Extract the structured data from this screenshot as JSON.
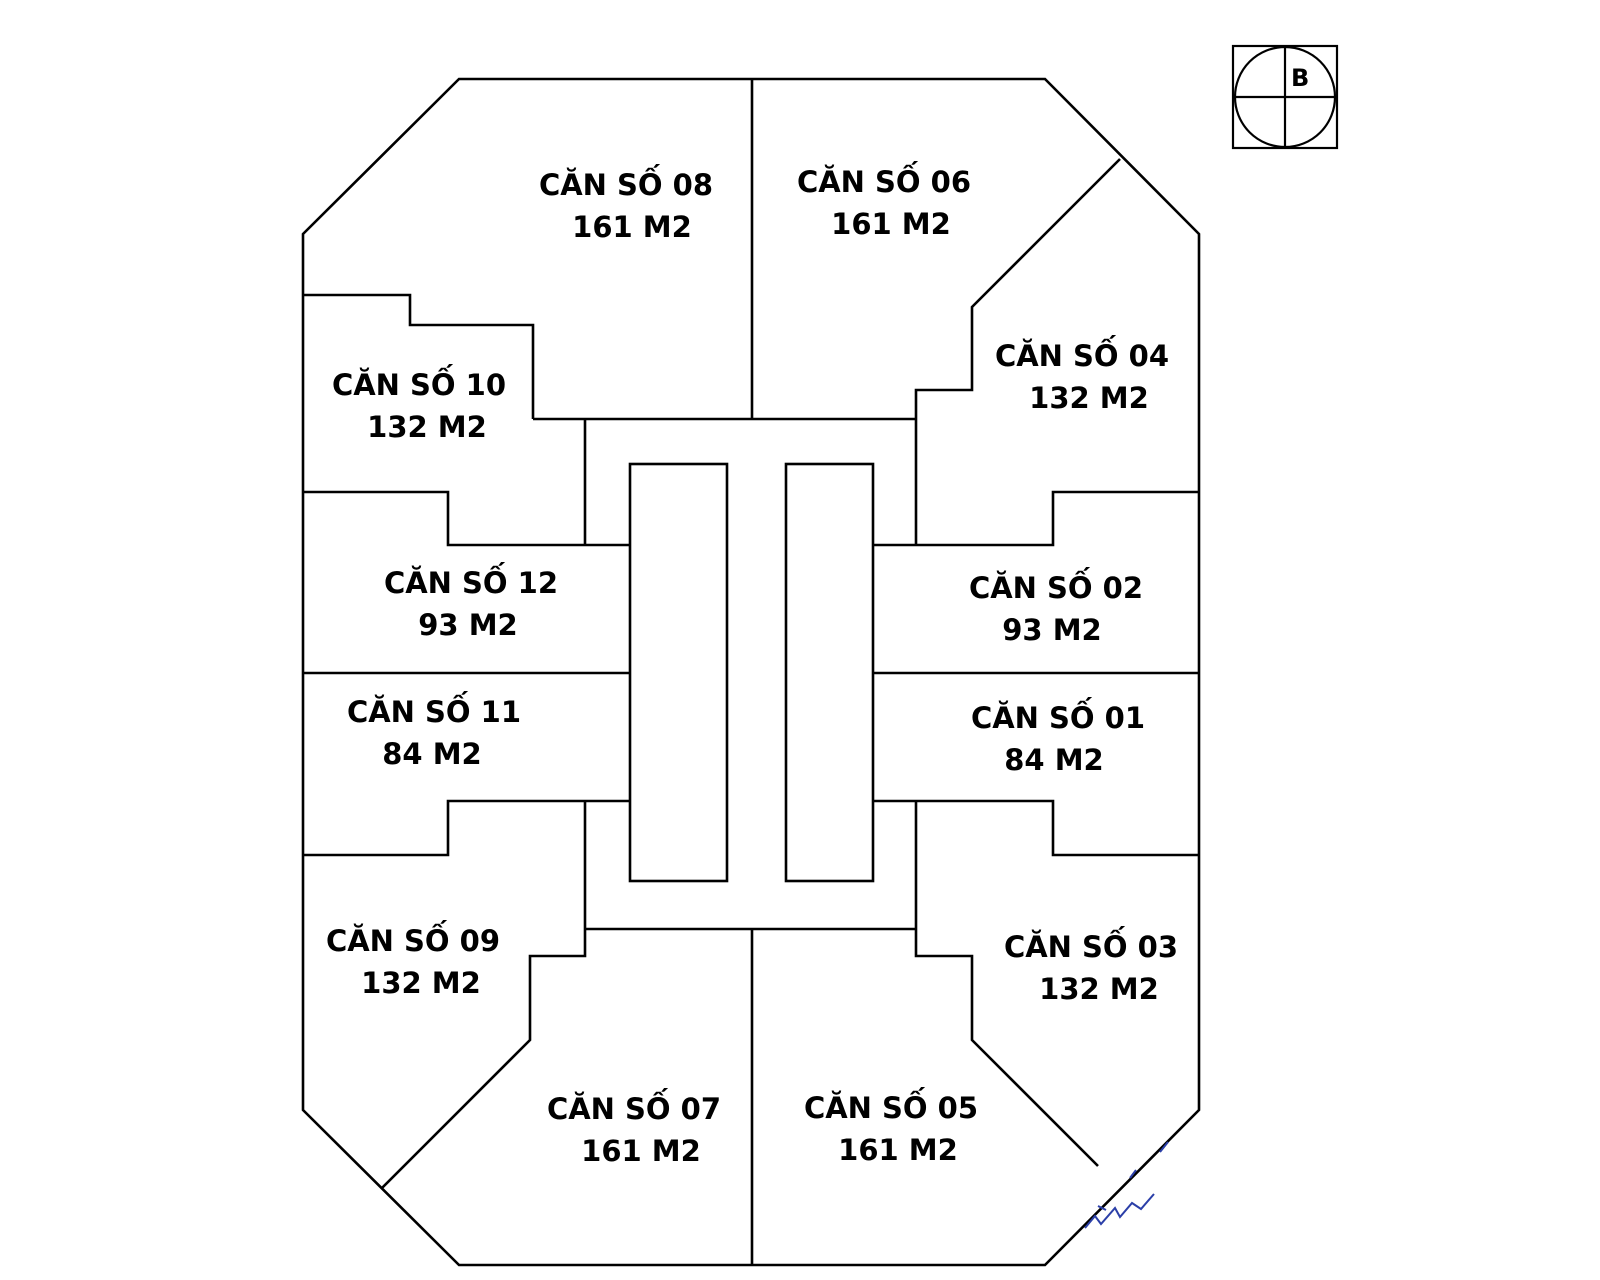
{
  "compass": {
    "label": "B",
    "icon": "north-arrow-icon"
  },
  "units": [
    {
      "name": "CĂN SỐ 08",
      "area": "161 M2"
    },
    {
      "name": "CĂN SỐ 06",
      "area": "161 M2"
    },
    {
      "name": "CĂN SỐ 10",
      "area": "132 M2"
    },
    {
      "name": "CĂN SỐ 04",
      "area": "132 M2"
    },
    {
      "name": "CĂN SỐ 12",
      "area": "93 M2"
    },
    {
      "name": "CĂN SỐ 02",
      "area": "93 M2"
    },
    {
      "name": "CĂN SỐ 11",
      "area": "84 M2"
    },
    {
      "name": "CĂN SỐ 01",
      "area": "84 M2"
    },
    {
      "name": "CĂN SỐ 09",
      "area": "132 M2"
    },
    {
      "name": "CĂN SỐ 03",
      "area": "132 M2"
    },
    {
      "name": "CĂN SỐ 07",
      "area": "161 M2"
    },
    {
      "name": "CĂN SỐ 05",
      "area": "161 M2"
    }
  ],
  "colors": {
    "lines": "#000000",
    "background": "#ffffff",
    "stamp_mark": "#2b3fa8"
  }
}
